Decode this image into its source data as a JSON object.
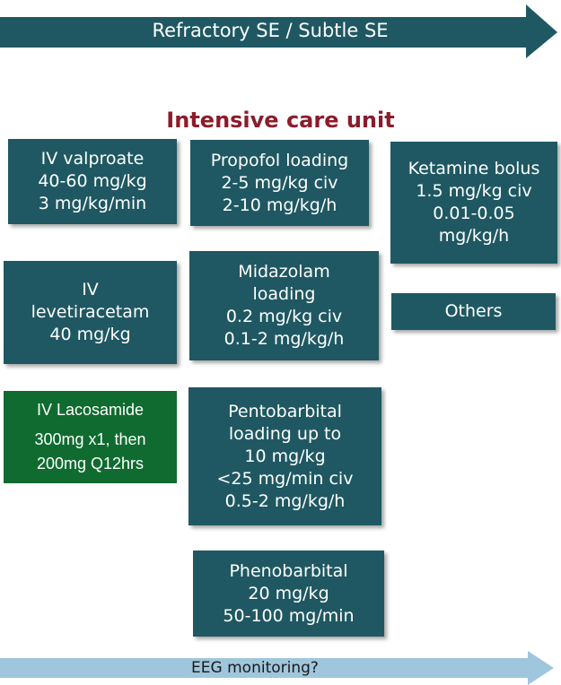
{
  "top_arrow": {
    "label": "Refractory SE / Subtle SE"
  },
  "section_title": "Intensive care unit",
  "boxes": {
    "valproate": [
      "IV valproate",
      "40-60 mg/kg",
      "3 mg/kg/min"
    ],
    "propofol": [
      "Propofol loading",
      "2-5 mg/kg civ",
      "2-10 mg/kg/h"
    ],
    "ketamine": [
      "Ketamine bolus",
      "1.5 mg/kg civ",
      "0.01-0.05",
      "mg/kg/h"
    ],
    "levetiracetam": [
      "IV",
      "levetiracetam",
      "40 mg/kg"
    ],
    "midazolam": [
      "Midazolam",
      "loading",
      "0.2 mg/kg civ",
      "0.1-2 mg/kg/h"
    ],
    "others": [
      "Others"
    ],
    "lacosamide": [
      "IV Lacosamide",
      "300mg x1, then",
      "200mg Q12hrs"
    ],
    "pentobarbital": [
      "Pentobarbital",
      "loading up to",
      "10 mg/kg",
      "<25 mg/min civ",
      "0.5-2 mg/kg/h"
    ],
    "phenobarbital": [
      "Phenobarbital",
      "20 mg/kg",
      "50-100 mg/min"
    ]
  },
  "bottom_arrow": {
    "label": "EEG monitoring?"
  },
  "colors": {
    "box_teal": "#1f5862",
    "box_green": "#0f6b2f",
    "title_red": "#8b1c2b",
    "bottom_arrow": "#9fc6dc"
  }
}
